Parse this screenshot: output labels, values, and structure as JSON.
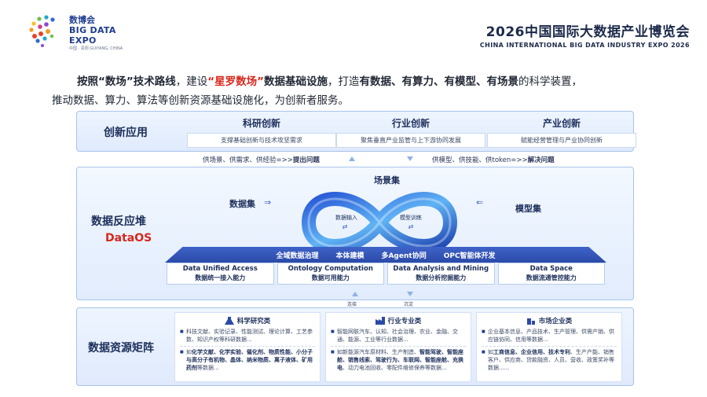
{
  "header": {
    "logo_cn": "数博会",
    "logo_en": "BIG DATA",
    "logo_en2": "EXPO",
    "logo_sub": "中国 · 贵阳  GUIYANG, CHINA",
    "expo_cn": "2026中国国际大数据产业博览会",
    "expo_en": "CHINA INTERNATIONAL BIG DATA INDUSTRY EXPO 2026"
  },
  "intro": {
    "p1": "按照",
    "p2": "“数场”技术路线",
    "p3": "，建设",
    "p4": "“星罗数场”",
    "p5": "数据基础设施",
    "p6": "，打造",
    "p7": "有数据、有算力、有模型、有场景",
    "p8": "的科学装置，",
    "line2": "推动数据、算力、算法等创新资源基础设施化，为创新者服务。"
  },
  "innovation": {
    "title": "创新应用",
    "cols": [
      {
        "title": "科研创新",
        "desc": "支撑基础创新与技术攻坚需求"
      },
      {
        "title": "行业创新",
        "desc": "聚焦垂直产业监管与上下游协同发展"
      },
      {
        "title": "产业创新",
        "desc": "赋能经营管理与产业协同创新"
      }
    ]
  },
  "hints": {
    "left_plain": "供场景、供需求、供经验=>>",
    "left_bold": "提出问题",
    "right_plain": "供模型、供技能、供token=>>",
    "right_bold": "解决问题"
  },
  "dataos": {
    "title": "数据反应堆",
    "name": "DataOS",
    "scene": "场景集",
    "dataset": "数据集",
    "modelset": "模型集",
    "loop_in": "数据输入",
    "loop_train": "模型训练",
    "caps": [
      "全域数据治理",
      "本体建模",
      "多Agent协同",
      "OPC智能体开发"
    ],
    "modules": [
      {
        "en": "Data Unified Access",
        "cn": "数据统一接入能力"
      },
      {
        "en": "Ontology Computation",
        "cn": "数据可用能力"
      },
      {
        "en": "Data Analysis and Mining",
        "cn": "数据分析挖掘能力"
      },
      {
        "en": "Data Space",
        "cn": "数据流通管控能力"
      }
    ],
    "link_left": "连接",
    "link_right": "沉淀"
  },
  "resources": {
    "title": "数据资源矩阵",
    "cols": [
      {
        "title": "科学研究类",
        "item1": "科技文献、实验记录、性能测试、理论计算、工艺参数、知识产权等科研数据...",
        "item2_pre": "如",
        "item2_bold": "化学文献、化学实验、催化剂、物质性能、小分子与高分子有机物、晶体、纳米物质、离子液体、矿用药剂",
        "item2_post": "等数据..."
      },
      {
        "title": "行业专业类",
        "item1": "智能网联汽车、认知、社会治理、农业、金融、交通、能源、工业等行业数据...",
        "item2_pre": "如新能源汽车原材料、生产制造、",
        "item2_bold": "智能驾驶、智能座舱、销售线索、驾驶行为、车联网、智能座舱、充换电",
        "item2_post": "、动力电池回收、零配件维修保养等数据..."
      },
      {
        "title": "市场企业类",
        "item1": "企业基本信息、产品技术、生产管理、供需产销、供应链协同、信用等数据...",
        "item2_pre": "如",
        "item2_bold": "工商信息、企业信用、技术专利",
        "item2_post": "、生产产能、销售客户、供应商、贷款融资、人员、营收、政策奖补等数据......"
      }
    ]
  },
  "colors": {
    "accent_blue": "#1e3d8f",
    "highlight_red": "#d8271c",
    "bar_blue": "#2b4aa8"
  }
}
